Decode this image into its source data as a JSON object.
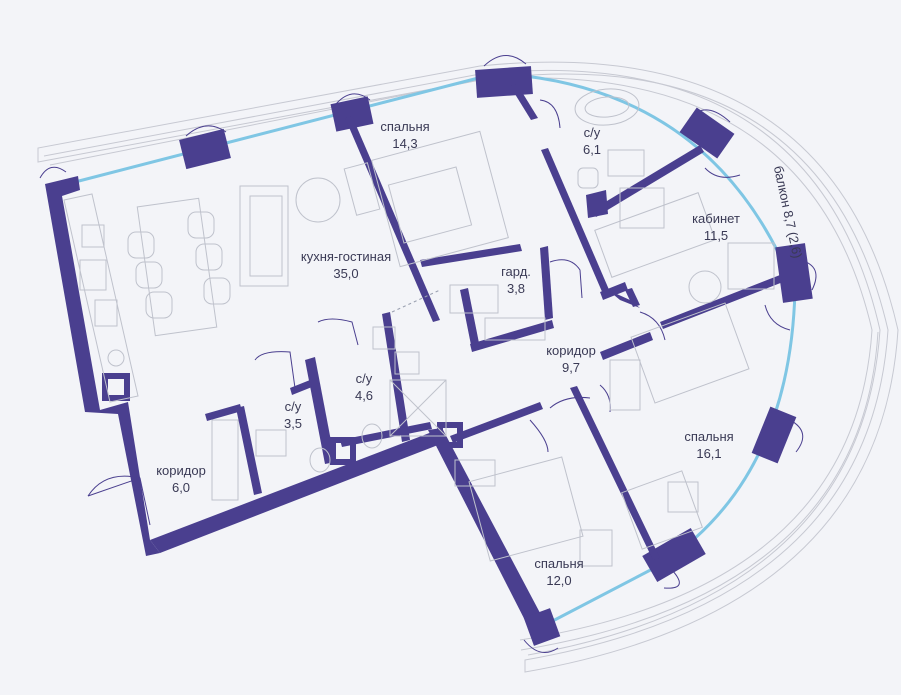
{
  "colors": {
    "wall": "#4a3f8f",
    "window": "#7fc6e4",
    "furniture": "#bfc2cc",
    "background": "#f3f4f8",
    "text": "#3a3a55"
  },
  "rooms": [
    {
      "id": "kitchen",
      "name": "кухня-гостиная",
      "area": "35,0"
    },
    {
      "id": "bedroom1",
      "name": "спальня",
      "area": "14,3"
    },
    {
      "id": "bath1",
      "name": "с/у",
      "area": "6,1"
    },
    {
      "id": "study",
      "name": "кабинет",
      "area": "11,5"
    },
    {
      "id": "wardrobe",
      "name": "гард.",
      "area": "3,8"
    },
    {
      "id": "corridor1",
      "name": "коридор",
      "area": "9,7"
    },
    {
      "id": "bath2",
      "name": "с/у",
      "area": "4,6"
    },
    {
      "id": "bath3",
      "name": "с/у",
      "area": "3,5"
    },
    {
      "id": "corridor2",
      "name": "коридор",
      "area": "6,0"
    },
    {
      "id": "bedroom2",
      "name": "спальня",
      "area": "16,1"
    },
    {
      "id": "bedroom3",
      "name": "спальня",
      "area": "12,0"
    }
  ],
  "balcony": {
    "label": "балкон 8,7 (2,6)"
  },
  "icons": {
    "stove": "stove-icon",
    "bathtub": "bathtub-icon",
    "shower": "shower-icon",
    "washer": "washer-icon"
  }
}
